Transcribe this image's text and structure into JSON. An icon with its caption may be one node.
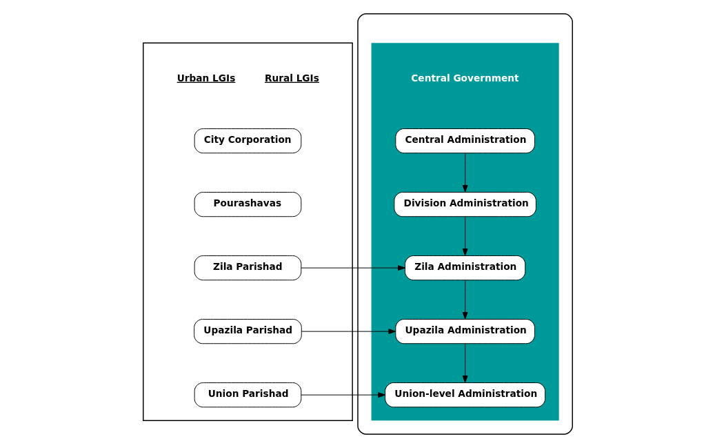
{
  "diagram": {
    "nodes": [
      {
        "text": [
          "Urban LGIs",
          "Rural LGIs"
        ]
      },
      {
        "text": [
          "Zila Parishad"
        ],
        "in": 0
      },
      {
        "text": [
          "Upazila Parishad"
        ],
        "in": 0
      },
      {
        "text": [
          "Union Parishad"
        ],
        "in": 0
      },
      {
        "text": [
          "City Corporation"
        ],
        "in": 0
      },
      {
        "text": [
          "Pourashavas"
        ],
        "in": 0
      },
      {
        "text": [],
        "shape": "box"
      },
      {
        "text": [
          "Central Government"
        ],
        "in": 6
      },
      {
        "text": [
          "Central Administration"
        ],
        "in": 7
      },
      {
        "text": [
          "Division Administration"
        ],
        "in": 7
      },
      {
        "text": [
          "Zila Administration"
        ],
        "in": 7
      },
      {
        "text": [
          "Upazila Administration"
        ],
        "in": 7
      },
      {
        "text": [
          "Union-level Administration"
        ],
        "in": 7
      }
    ],
    "edges": [
      {
        "from": 8,
        "to": 9,
        "arrow": "to"
      },
      {
        "from": 9,
        "to": 10,
        "arrow": "to"
      },
      {
        "from": 10,
        "to": 11,
        "arrow": "to"
      },
      {
        "from": 11,
        "to": 12,
        "arrow": "to"
      },
      {
        "from": 1,
        "to": 10,
        "arrow": "to"
      },
      {
        "from": 2,
        "to": 11,
        "arrow": "to"
      },
      {
        "from": 3,
        "to": 12,
        "arrow": "to"
      }
    ]
  }
}
